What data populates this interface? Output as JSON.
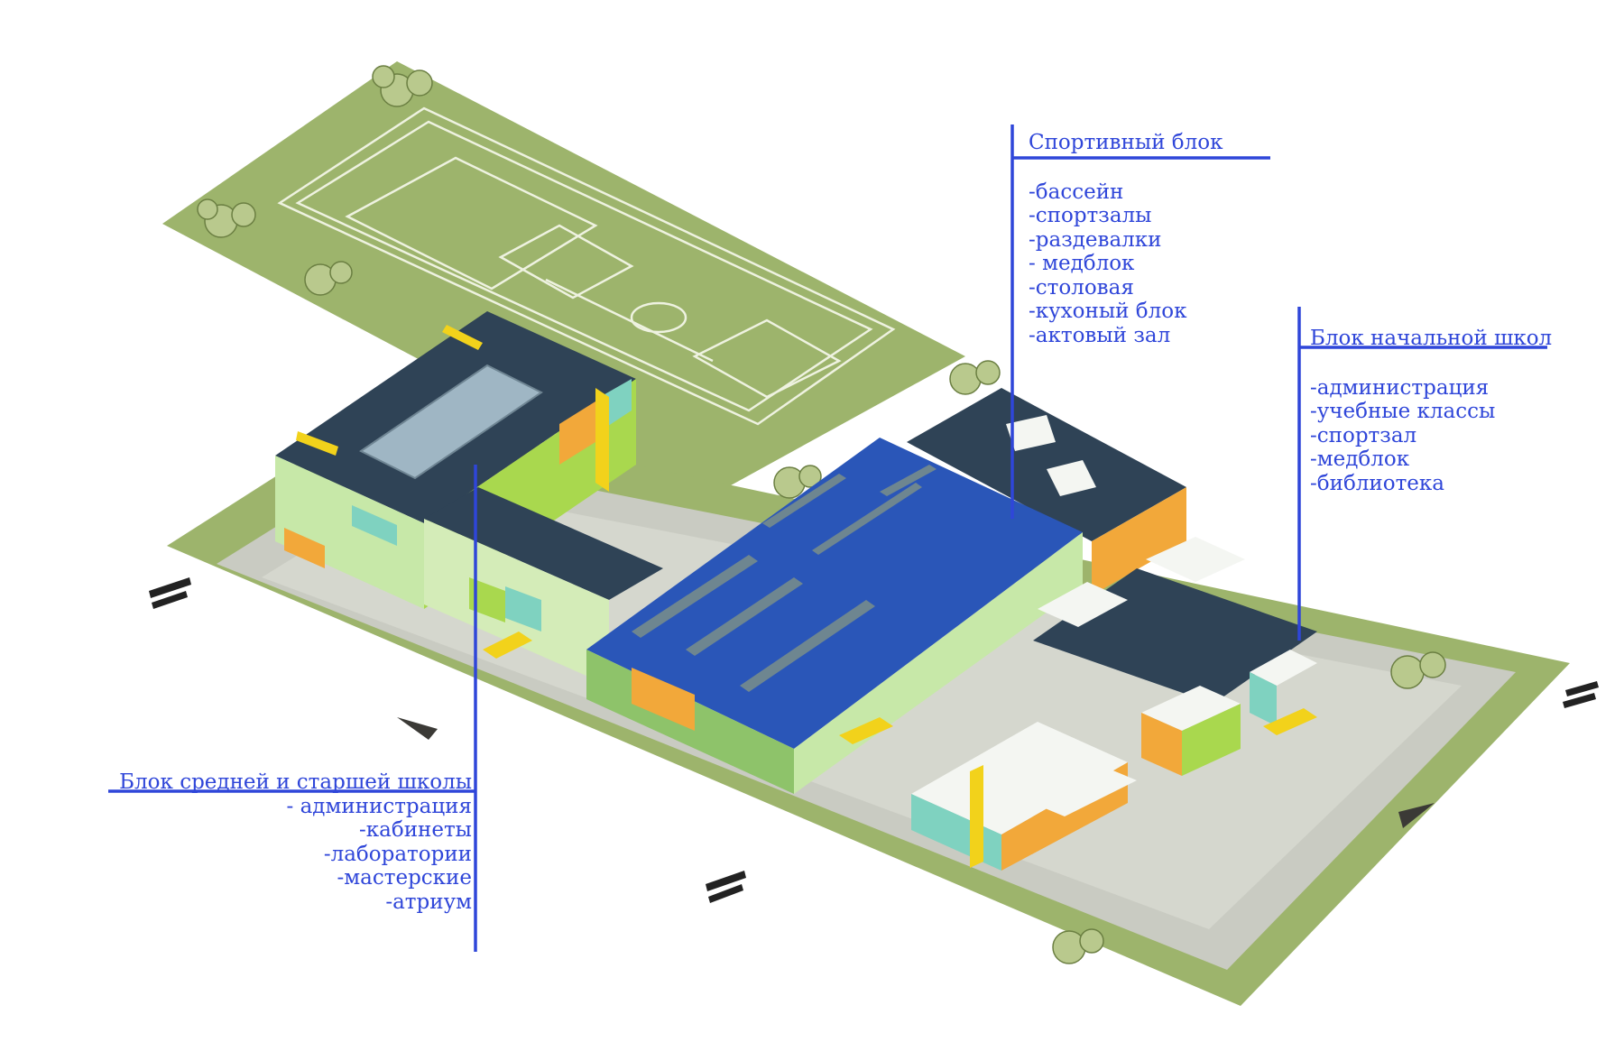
{
  "blocks": {
    "sport": {
      "title": "Спортивный блок",
      "items": [
        "-бассейн",
        "-спортзалы",
        "-раздевалки",
        "- медблок",
        "-столовая",
        "-кухоный блок",
        "-актовый зал"
      ]
    },
    "primary": {
      "title": "Блок начальной школ",
      "items": [
        "-администрация",
        "-учебные классы",
        "-спортзал",
        "-медблок",
        "-библиотека"
      ]
    },
    "middle": {
      "title": "Блок средней и старшей школы",
      "items": [
        "- администрация",
        "-кабинеты ",
        "-лаборатории",
        "-мастерские",
        "-атриум "
      ]
    }
  },
  "colors": {
    "accent": "#2f46d9",
    "grass": "#9db46c",
    "roof_dark": "#2f4356",
    "roof_blue": "#2a56b8",
    "facade_green": "#a9d84e",
    "facade_orange": "#f2a83a",
    "facade_teal": "#7fd2c0",
    "yellow": "#f2d21b"
  },
  "icons": [
    "entrance-arrow-icon",
    "entrance-arrow-icon",
    "entrance-arrow-icon",
    "entrance-arrow-icon",
    "direction-triangle-icon",
    "direction-triangle-icon"
  ]
}
